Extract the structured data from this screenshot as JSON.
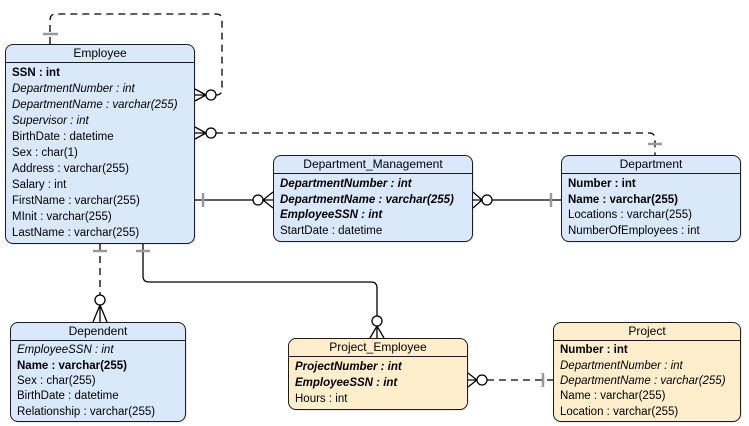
{
  "diagram_type": "entity-relationship-diagram",
  "colors": {
    "entity_fill_blue": "#dae8fc",
    "entity_fill_yellow": "#ffeecb",
    "entity_border": "#1c1c1c",
    "connector_line": "#000000",
    "one_tick_marker": "#999999",
    "background": "#ffffff"
  },
  "entities": {
    "employee": {
      "title": "Employee",
      "attributes": [
        "SSN : int",
        "DepartmentNumber : int",
        "DepartmentName : varchar(255)",
        "Supervisor : int",
        "BirthDate : datetime",
        "Sex : char(1)",
        "Address : varchar(255)",
        "Salary : int",
        "FirstName : varchar(255)",
        "MInit : varchar(255)",
        "LastName : varchar(255)"
      ]
    },
    "department_management": {
      "title": "Department_Management",
      "attributes": [
        "DepartmentNumber : int",
        "DepartmentName : varchar(255)",
        "EmployeeSSN : int",
        "StartDate : datetime"
      ]
    },
    "department": {
      "title": "Department",
      "attributes": [
        "Number : int",
        "Name : varchar(255)",
        "Locations : varchar(255)",
        "NumberOfEmployees : int"
      ]
    },
    "dependent": {
      "title": "Dependent",
      "attributes": [
        "EmployeeSSN : int",
        "Name : varchar(255)",
        "Sex : char(255)",
        "BirthDate : datetime",
        "Relationship : varchar(255)"
      ]
    },
    "project_employee": {
      "title": "Project_Employee",
      "attributes": [
        "ProjectNumber : int",
        "EmployeeSSN : int",
        "Hours : int"
      ]
    },
    "project": {
      "title": "Project",
      "attributes": [
        "Number : int",
        "DepartmentNumber : int",
        "DepartmentName : varchar(255)",
        "Name : varchar(255)",
        "Location : varchar(255)"
      ]
    }
  },
  "relationships": [
    {
      "from": "Employee",
      "to": "Employee",
      "style": "dashed",
      "from_end": "one",
      "to_end": "zero-or-many"
    },
    {
      "from": "Employee",
      "to": "Department",
      "style": "dashed",
      "from_end": "zero-or-many",
      "to_end": "one"
    },
    {
      "from": "Employee",
      "to": "Department_Management",
      "style": "solid",
      "from_end": "one",
      "to_end": "zero-or-many"
    },
    {
      "from": "Department_Management",
      "to": "Department",
      "style": "solid",
      "from_end": "zero-or-many",
      "to_end": "one"
    },
    {
      "from": "Employee",
      "to": "Dependent",
      "style": "dashed",
      "from_end": "one",
      "to_end": "zero-or-many"
    },
    {
      "from": "Employee",
      "to": "Project_Employee",
      "style": "solid",
      "from_end": "one",
      "to_end": "zero-or-many"
    },
    {
      "from": "Project_Employee",
      "to": "Project",
      "style": "dashed",
      "from_end": "zero-or-many",
      "to_end": "one"
    }
  ]
}
